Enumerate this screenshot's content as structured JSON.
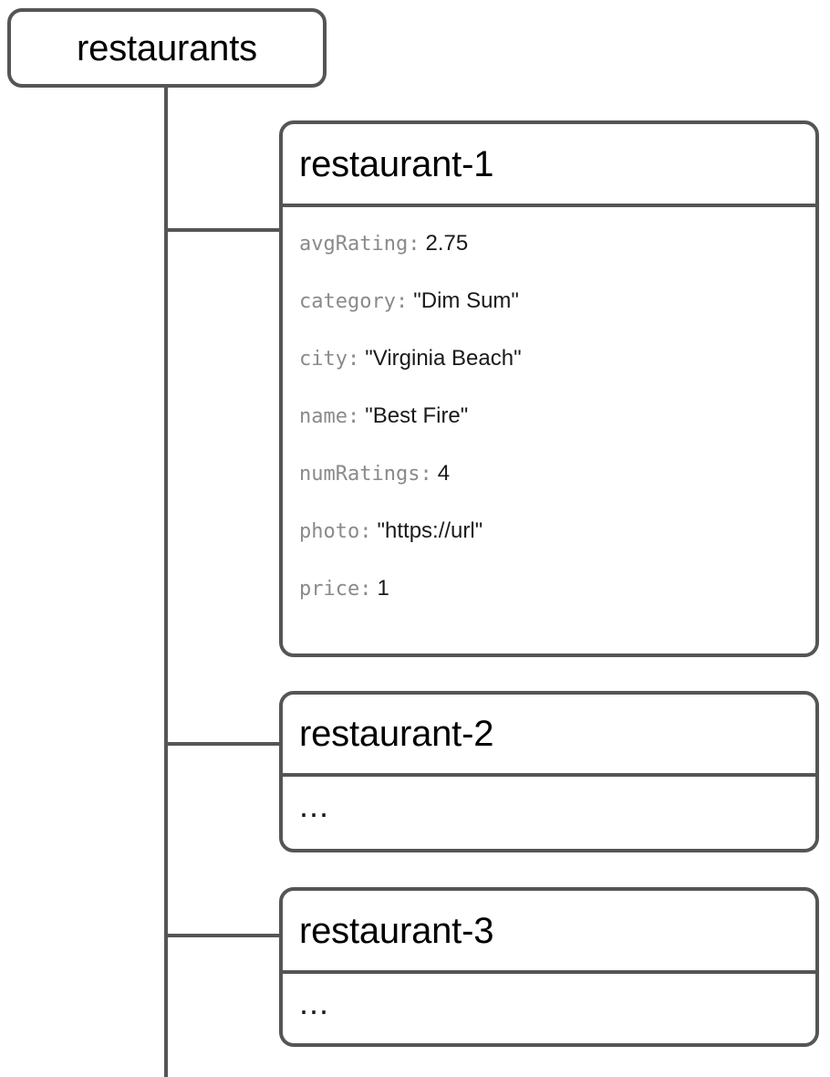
{
  "diagram": {
    "type": "firestore-collection-tree",
    "root": {
      "label": "restaurants"
    },
    "documents": [
      {
        "id": "restaurant-1",
        "fields": [
          {
            "key": "avgRating",
            "separator": ":",
            "value": "2.75"
          },
          {
            "key": "category",
            "separator": ":",
            "value": "\"Dim Sum\""
          },
          {
            "key": "city",
            "separator": ":",
            "value": "\"Virginia Beach\""
          },
          {
            "key": "name",
            "separator": ":",
            "value": "\"Best Fire\""
          },
          {
            "key": "numRatings",
            "separator": ":",
            "value": "4"
          },
          {
            "key": "photo",
            "separator": ":",
            "value": "\"https://url\""
          },
          {
            "key": "price",
            "separator": ":",
            "value": "1"
          }
        ]
      },
      {
        "id": "restaurant-2",
        "placeholder": "..."
      },
      {
        "id": "restaurant-3",
        "placeholder": "..."
      }
    ],
    "colors": {
      "stroke": "#555555",
      "key_text": "#8a8a8a",
      "value_text": "#1a1a1a",
      "title_text": "#000000",
      "background": "#ffffff"
    }
  }
}
